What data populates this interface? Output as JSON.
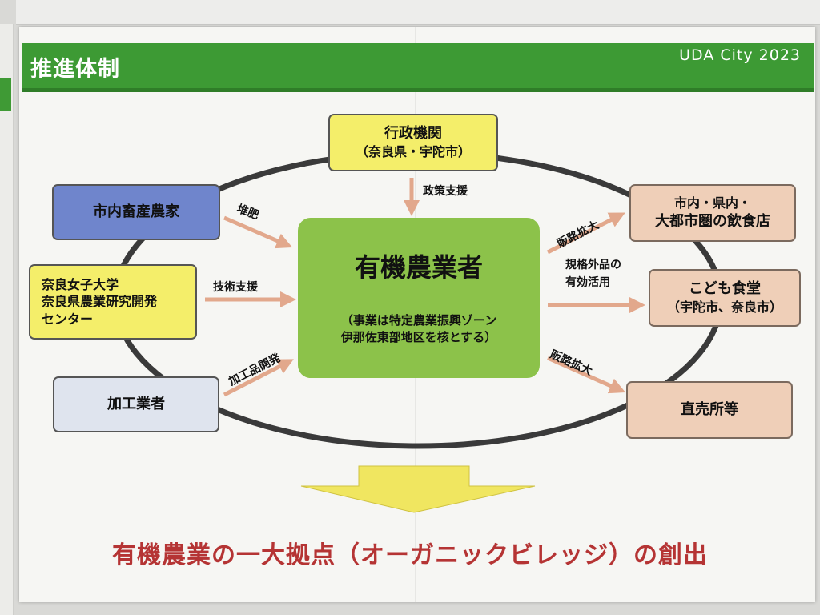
{
  "header": {
    "title": "推進体制",
    "brand": "UDA City 2023"
  },
  "nodes": {
    "government": {
      "line1": "行政機関",
      "line2": "（奈良県・宇陀市）"
    },
    "livestock_farmers": {
      "label": "市内畜産農家"
    },
    "research": {
      "line1": "奈良女子大学",
      "line2": "奈良県農業研究開発",
      "line3": "センター"
    },
    "processors": {
      "label": "加工業者"
    },
    "organic_farmers": {
      "title": "有機農業者",
      "note_line1": "（事業は特定農業振興ゾーン",
      "note_line2": "伊那佐東部地区を核とする）"
    },
    "restaurants": {
      "line1": "市内・県内・",
      "line2": "大都市圏の飲食店"
    },
    "kids_cafeteria": {
      "line1": "こども食堂",
      "line2": "（宇陀市、奈良市）"
    },
    "direct_sales": {
      "label": "直売所等"
    }
  },
  "edges": {
    "policy_support": "政策支援",
    "compost": "堆肥",
    "tech_support": "技術支援",
    "product_dev": "加工品開発",
    "sales_expansion_top": "販路拡大",
    "nonstandard_line1": "規格外品の",
    "nonstandard_line2": "有効活用",
    "sales_expansion_bottom": "販路拡大"
  },
  "conclusion": "有機農業の一大拠点（オーガニックビレッジ）の創出",
  "colors": {
    "header_green": "#3d9a34",
    "center_green": "#8cc24a",
    "yellow_box": "#f4ee6a",
    "blue_box": "#6f85cc",
    "gray_box": "#dfe4ee",
    "tan_box": "#efcfb8",
    "arrow": "#e2a88c",
    "big_arrow": "#f0e660",
    "conclusion_text": "#b53434"
  }
}
